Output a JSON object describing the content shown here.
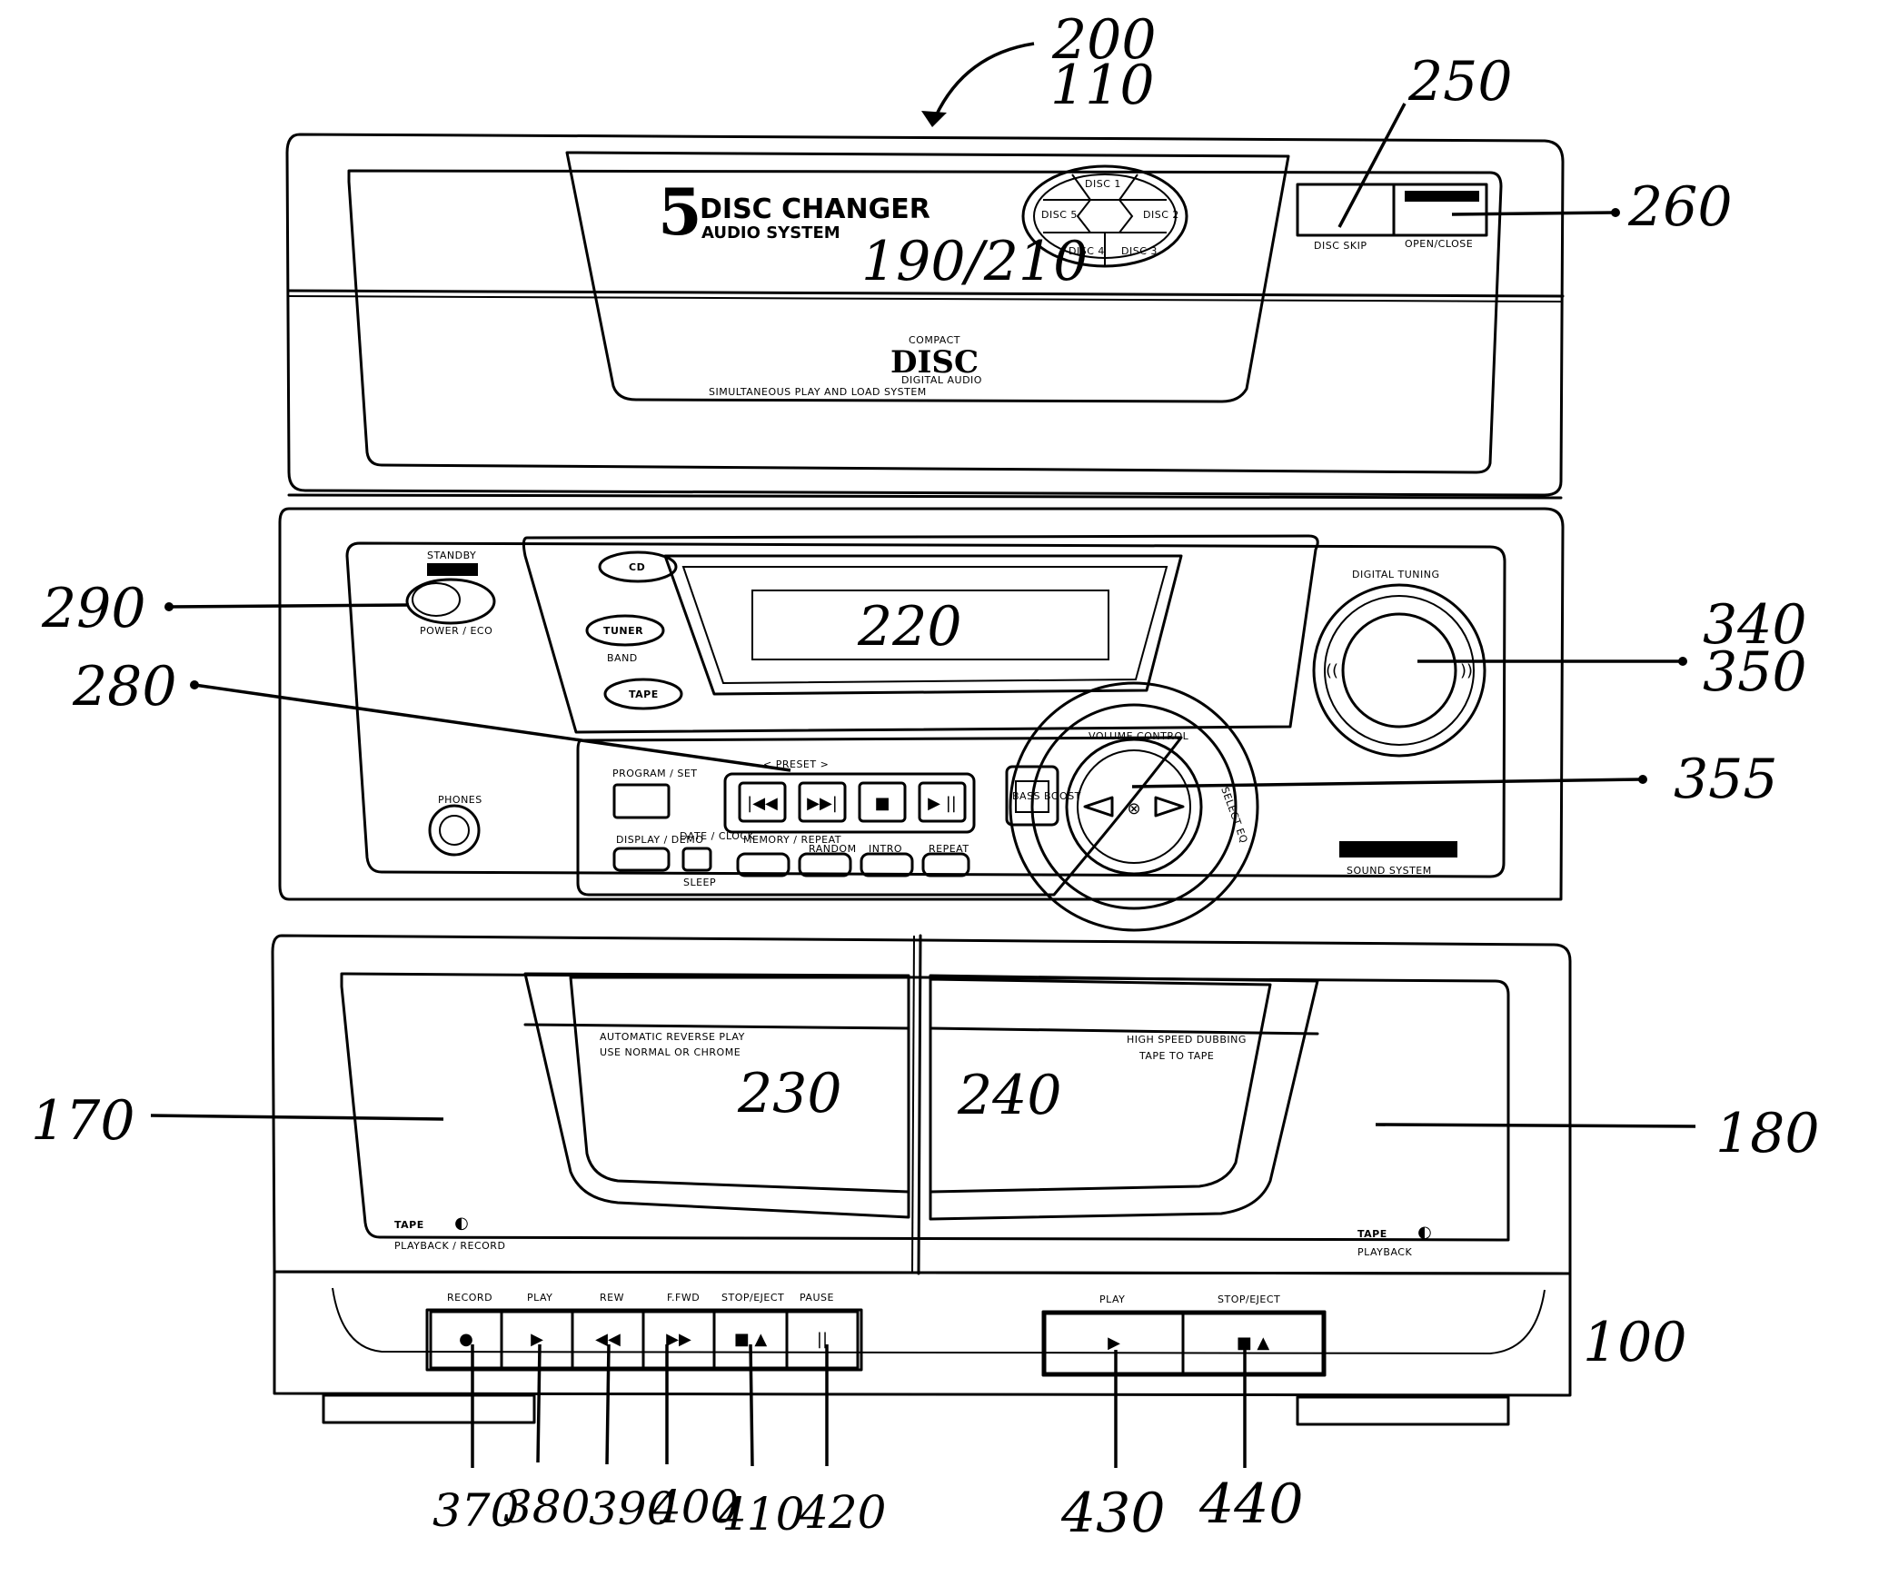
{
  "brand": {
    "digit": "5",
    "line1": "DISC CHANGER",
    "line2": "AUDIO SYSTEM",
    "compact_disc_line1": "COMPACT",
    "compact_disc_word": "DISC",
    "compact_disc_line2": "DIGITAL AUDIO",
    "slogan": "SIMULTANEOUS PLAY AND LOAD SYSTEM",
    "sound_system": "SOUND SYSTEM"
  },
  "cd_controls": {
    "disc_skip": "DISC SKIP",
    "open_close": "OPEN/CLOSE",
    "disc_buttons": [
      "DISC 1",
      "DISC 2",
      "DISC 3",
      "DISC 4",
      "DISC 5"
    ]
  },
  "receiver": {
    "standby": "STANDBY",
    "power_eco": "POWER / ECO",
    "phones": "PHONES",
    "source_buttons": [
      "CD",
      "TUNER",
      "TAPE"
    ],
    "band": "BAND",
    "preset": "< PRESET >",
    "program_set": "PROGRAM / SET",
    "transport_symbols": [
      "|◀◀",
      "▶▶|",
      "■",
      "▶ ||"
    ],
    "bottom_buttons": [
      "DISPLAY / DEMO",
      "DATE / CLOCK",
      "MEMORY / REPEAT",
      "RANDOM",
      "INTRO",
      "REPEAT"
    ],
    "sleep": "SLEEP",
    "volume_control": "VOLUME CONTROL",
    "select_eq": "SELECT EQ",
    "bass_boost": "BASS BOOST",
    "digital_tuning": "DIGITAL TUNING"
  },
  "tape": {
    "left_note_1": "AUTOMATIC REVERSE PLAY",
    "left_note_2": "USE NORMAL OR CHROME",
    "right_note_1": "HIGH SPEED DUBBING",
    "right_note_2": "TAPE TO TAPE",
    "deck1_label": "TAPE",
    "deck1_sub": "PLAYBACK / RECORD",
    "deck2_label": "TAPE",
    "deck2_sub": "PLAYBACK",
    "deck1_buttons": [
      {
        "label": "RECORD",
        "symbol": "●"
      },
      {
        "label": "PLAY",
        "symbol": "▶"
      },
      {
        "label": "REW",
        "symbol": "◀◀"
      },
      {
        "label": "F.FWD",
        "symbol": "▶▶"
      },
      {
        "label": "STOP/EJECT",
        "symbol": "■ ▲"
      },
      {
        "label": "PAUSE",
        "symbol": "||"
      }
    ],
    "deck2_buttons": [
      {
        "label": "PLAY",
        "symbol": "▶"
      },
      {
        "label": "STOP/EJECT",
        "symbol": "■ ▲"
      }
    ]
  },
  "refs": {
    "r200": "200",
    "r110": "110",
    "r250": "250",
    "r260": "260",
    "r190_210": "190/210",
    "r290": "290",
    "r280": "280",
    "r220": "220",
    "r340": "340",
    "r350": "350",
    "r355": "355",
    "r170": "170",
    "r180": "180",
    "r230": "230",
    "r240": "240",
    "r100": "100",
    "bottom": [
      "370",
      "380",
      "390",
      "400",
      "410",
      "420",
      "430",
      "440"
    ]
  }
}
